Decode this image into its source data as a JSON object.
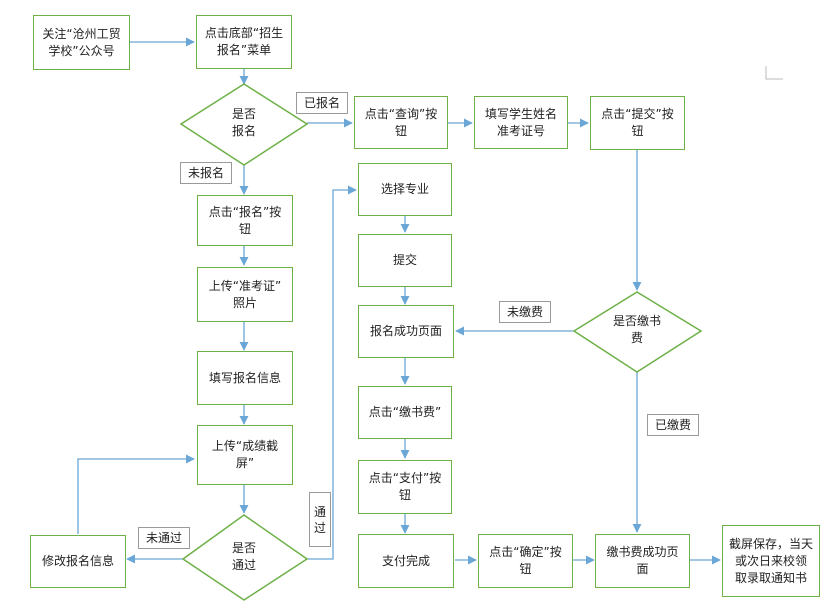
{
  "nodes": {
    "follow": "关注“沧州工贸\n学校”公众号",
    "click_menu": "点击底部“招生\n报名”菜单",
    "decision_registered": "是否\n报名",
    "click_query": "点击“查询”按\n钮",
    "fill_name": "填写学生姓名\n准考证号",
    "click_submit": "点击“提交”按\n钮",
    "click_register": "点击“报名”按\n钮",
    "upload_ticket": "上传“准考证”\n照片",
    "fill_info": "填写报名信息",
    "upload_score": "上传“成绩截\n屏”",
    "decision_pass": "是否\n通过",
    "modify_info": "修改报名信息",
    "select_major": "选择专业",
    "submit": "提交",
    "success_page": "报名成功页面",
    "click_pay_fee": "点击“缴书费”",
    "click_pay": "点击“支付”按\n钮",
    "pay_done": "支付完成",
    "click_confirm": "点击“确定”按\n钮",
    "fee_success": "缴书费成功页\n面",
    "final": "截屏保存，当天\n或次日来校领\n取录取通知书",
    "decision_paid": "是否缴书\n费"
  },
  "labels": {
    "registered": "已报名",
    "not_registered": "未报名",
    "not_passed": "未通过",
    "passed": "通\n过",
    "unpaid": "未缴费",
    "paid": "已缴费"
  },
  "colors": {
    "box_border": "#6cb046",
    "arrow": "#6aa6d6",
    "label_border": "#9a9a9a"
  }
}
